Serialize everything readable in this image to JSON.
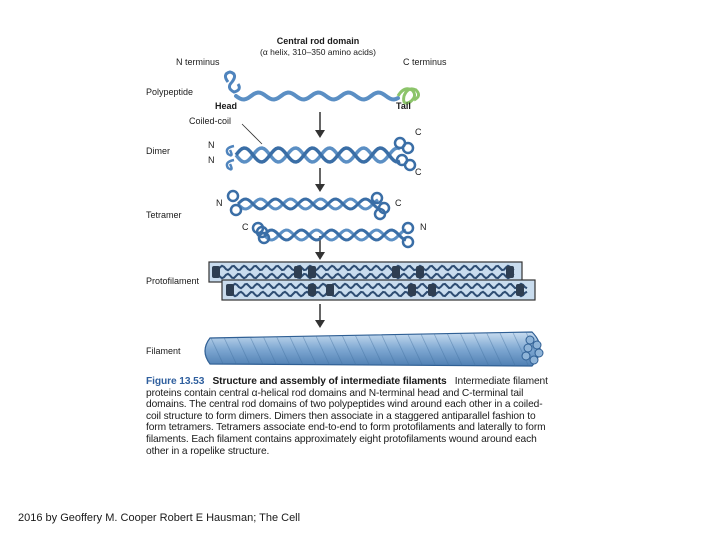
{
  "labels": {
    "central_rod_title": "Central rod domain",
    "central_rod_sub": "(α helix, 310–350 amino acids)",
    "n_terminus": "N terminus",
    "c_terminus": "C terminus",
    "polypeptide": "Polypeptide",
    "head": "Head",
    "tail": "Tail",
    "coiled_coil": "Coiled-coil",
    "dimer": "Dimer",
    "tetramer": "Tetramer",
    "protofilament": "Protofilament",
    "filament": "Filament",
    "n": "N",
    "c": "C"
  },
  "caption": {
    "figure_number": "Figure 13.53",
    "title": "Structure and assembly of intermediate filaments",
    "body": "Intermediate filament proteins contain central α-helical rod domains and N-terminal head and C-terminal tail domains. The central rod domains of two polypeptides wind around each other in a coiled-coil structure to form dimers. Dimers then associate in a staggered antiparallel fashion to form tetramers. Tetramers associate end-to-end to form protofilaments and laterally to form filaments. Each filament contains approximately eight protofilaments wound around each other in a ropelike structure."
  },
  "credit": "2016 by Geoffery M. Cooper Robert E Hausman; The Cell",
  "colors": {
    "helix": "#5b8fc4",
    "helix_dark": "#2f5f94",
    "tail_green": "#8cc46a",
    "arrow": "#333333",
    "proto_bg": "#c9dcee",
    "filament": "#8fb4d8"
  }
}
